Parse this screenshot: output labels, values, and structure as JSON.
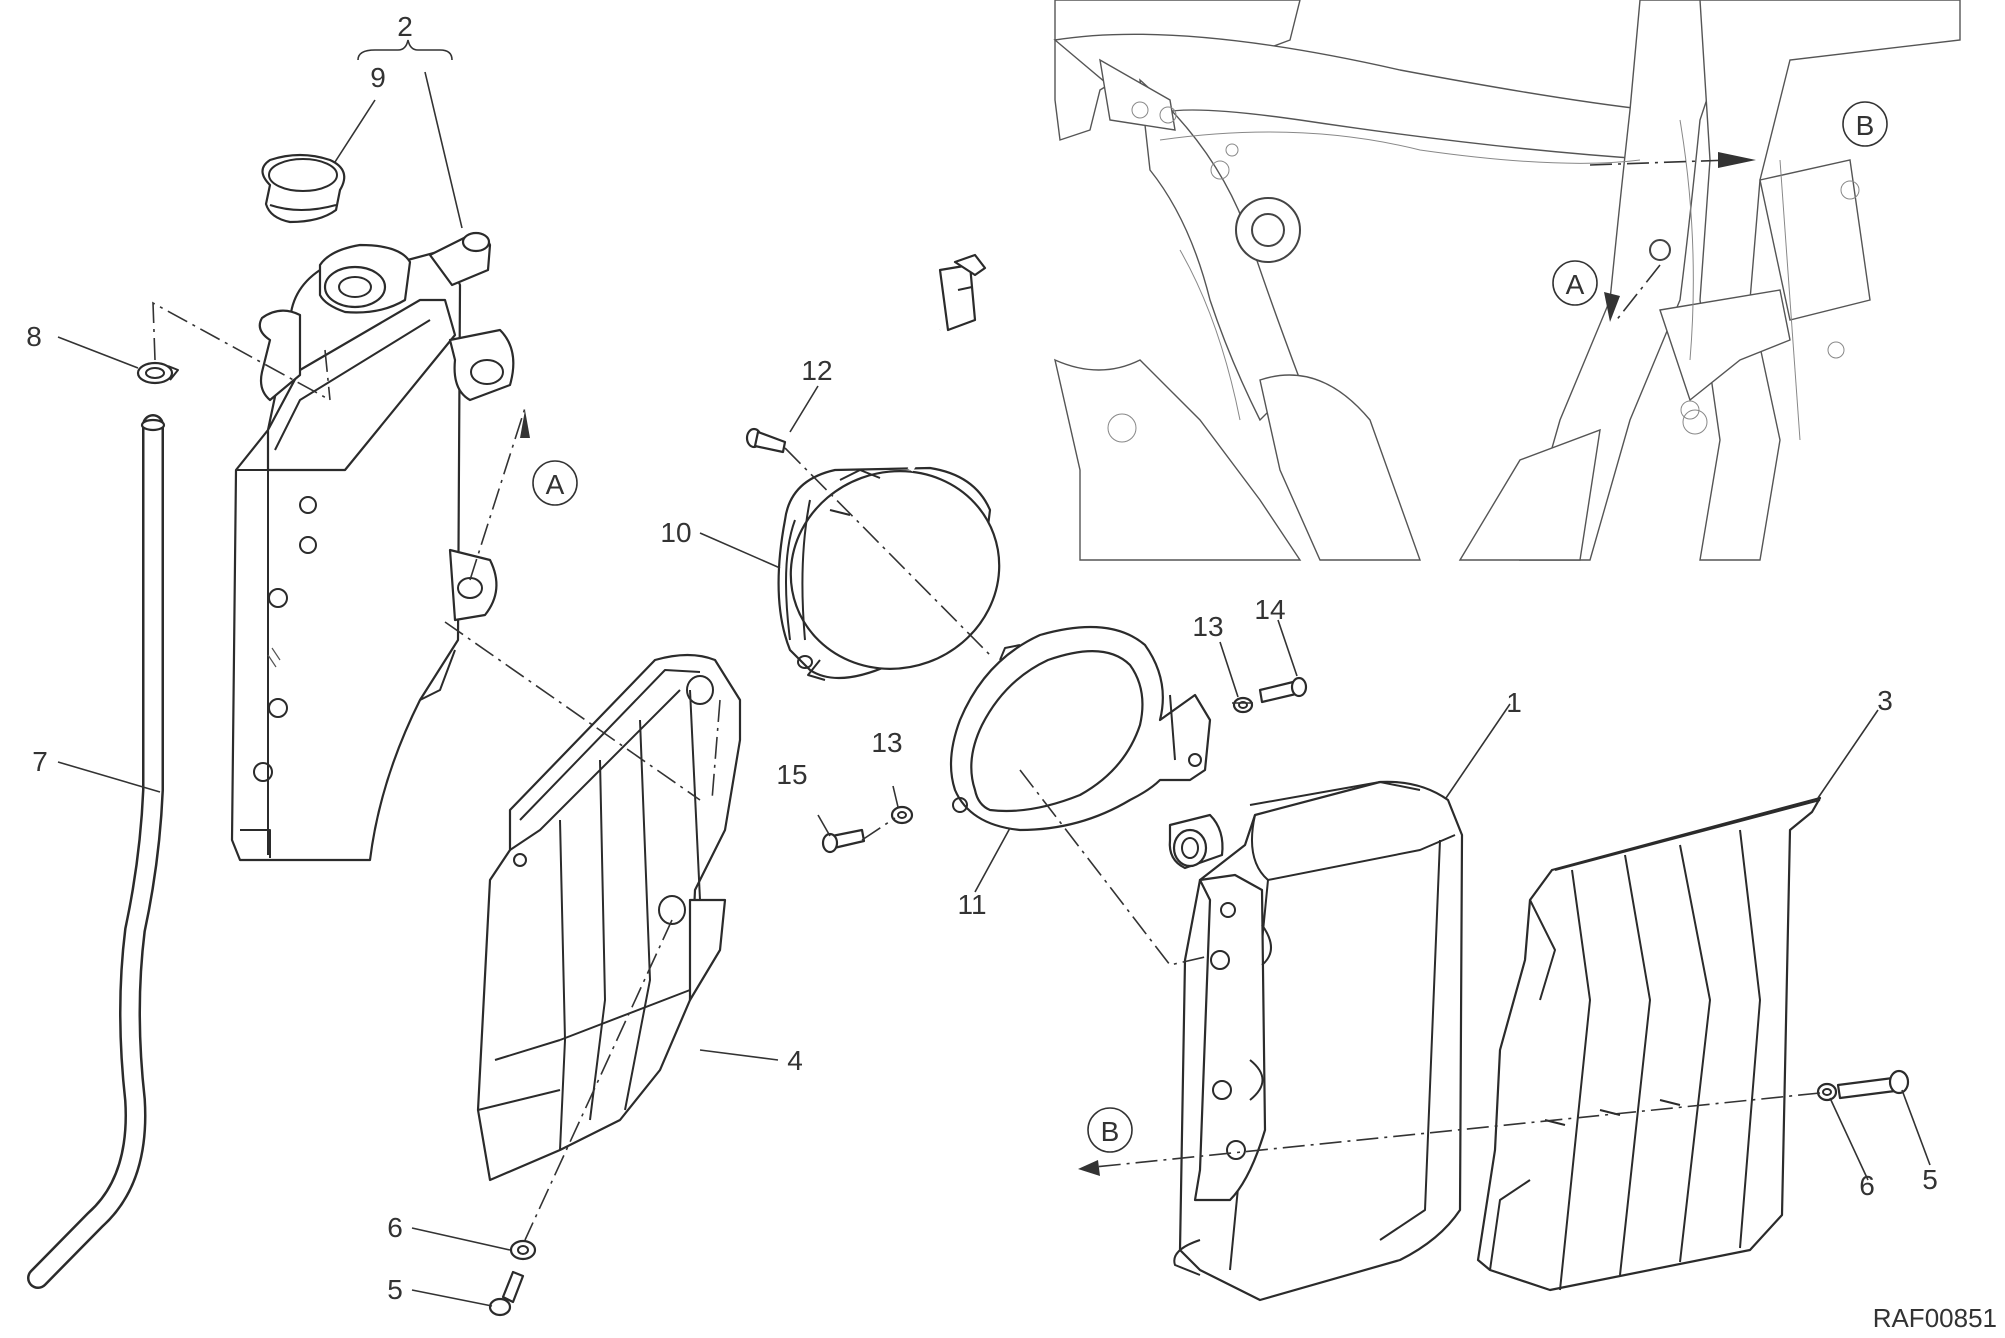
{
  "diagram": {
    "reference_code": "RAF00851",
    "view_markers": {
      "a": "A",
      "b": "B"
    },
    "callouts": {
      "c1": "1",
      "c2": "2",
      "c3": "3",
      "c4": "4",
      "c5a": "5",
      "c5b": "5",
      "c6a": "6",
      "c6b": "6",
      "c7": "7",
      "c8": "8",
      "c9": "9",
      "c10": "10",
      "c11": "11",
      "c12": "12",
      "c13a": "13",
      "c13b": "13",
      "c14": "14",
      "c15": "15"
    }
  }
}
